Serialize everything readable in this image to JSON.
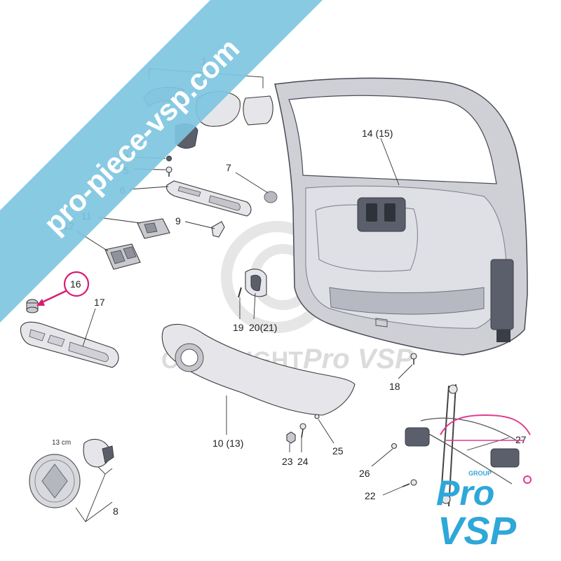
{
  "watermark": {
    "banner_text": "pro-piece-vsp.com",
    "banner_color": "#7ec6df",
    "copyright_text": "COPYRIGHT",
    "copyright_brand": "Pro VSP"
  },
  "logo": {
    "group_text": "GROUP",
    "pro_text": "Pro",
    "vsp_text": "VSP",
    "primary_color": "#2ea7d9",
    "accent_color": "#e23b8f"
  },
  "measurement": {
    "text": "13 cm"
  },
  "labels": {
    "l1": "1",
    "l4": "4",
    "l5": "5",
    "l6": "6",
    "l7": "7",
    "l8": "8",
    "l9": "9",
    "l10": "10 (13)",
    "l11": "11",
    "l12": "12",
    "l14": "14 (15)",
    "l16": "16",
    "l17": "17",
    "l18": "18",
    "l19": "19",
    "l20": "20(21)",
    "l22": "22",
    "l23": "23",
    "l24": "24",
    "l25": "25",
    "l26": "26",
    "l27": "27"
  },
  "highlight_color": "#d81b72"
}
